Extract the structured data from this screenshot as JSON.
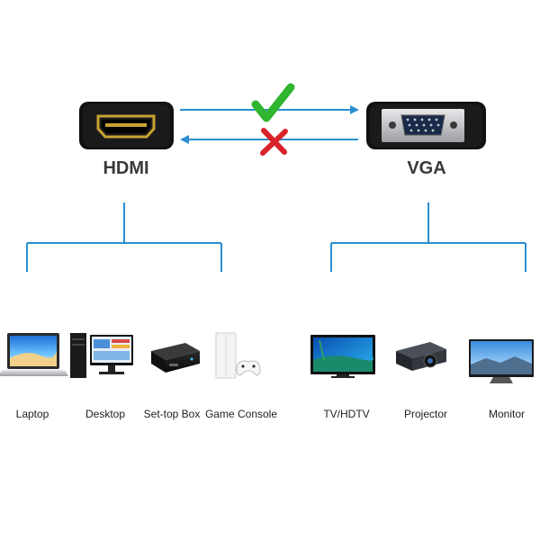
{
  "ports": {
    "left": {
      "label": "HDMI",
      "icon": "hdmi-port-icon"
    },
    "right": {
      "label": "VGA",
      "icon": "vga-port-icon"
    }
  },
  "signal": {
    "forward": {
      "status": "supported",
      "icon": "check-icon",
      "color": "#2fb52f"
    },
    "reverse": {
      "status": "not-supported",
      "icon": "cross-icon",
      "color": "#d9232a"
    },
    "arrow_color": "#2a8fd0"
  },
  "tree_color": "#2a8fd0",
  "devices": {
    "hdmi": [
      {
        "label": "Laptop",
        "icon": "laptop-icon"
      },
      {
        "label": "Desktop",
        "icon": "desktop-icon"
      },
      {
        "label": "Set-top Box",
        "icon": "set-top-box-icon"
      },
      {
        "label": "Game Console",
        "icon": "game-console-icon"
      }
    ],
    "vga": [
      {
        "label": "TV/HDTV",
        "icon": "tv-icon"
      },
      {
        "label": "Projector",
        "icon": "projector-icon"
      },
      {
        "label": "Monitor",
        "icon": "monitor-icon"
      }
    ]
  }
}
